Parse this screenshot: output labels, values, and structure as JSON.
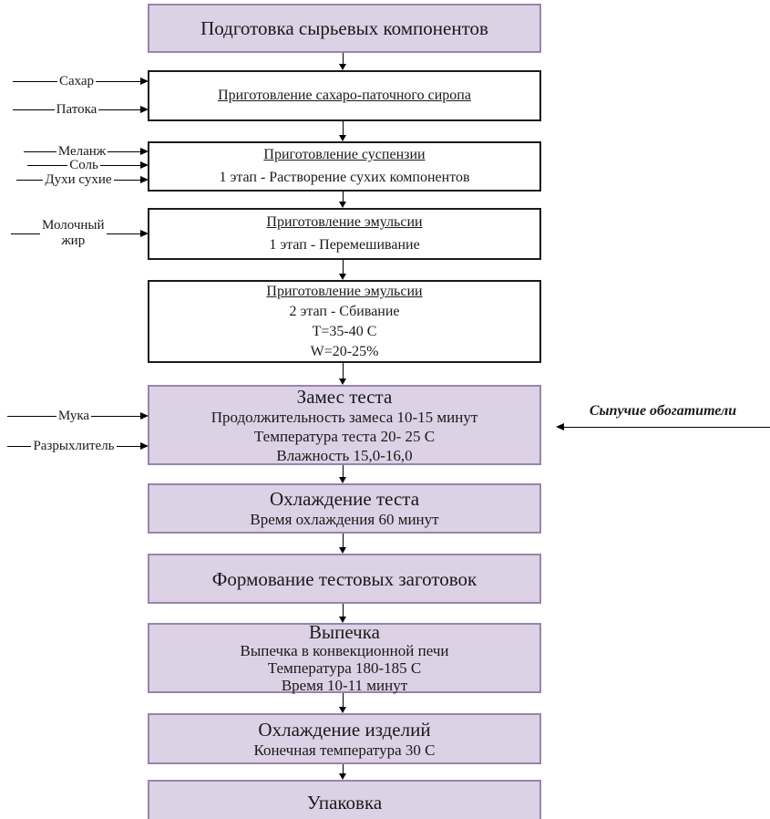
{
  "diagram": {
    "nodes": {
      "prep": {
        "title": "Подготовка сырьевых компонентов"
      },
      "syrup": {
        "title": "Приготовление сахаро-паточного сиропа"
      },
      "suspension": {
        "title": "Приготовление суспензии",
        "line1": "1 этап - Растворение сухих компонентов"
      },
      "emulsion1": {
        "title": "Приготовление эмульсии",
        "line1": "1 этап - Перемешивание"
      },
      "emulsion2": {
        "title": "Приготовление эмульсии",
        "line1": "2 этап - Сбивание",
        "line2": "Т=35-40 С",
        "line3": "W=20-25%"
      },
      "kneading": {
        "title": "Замес теста",
        "line1": "Продолжительность замеса 10-15 минут",
        "line2": "Температура теста 20- 25 С",
        "line3": "Влажность 15,0-16,0"
      },
      "cooling_dough": {
        "title": "Охлаждение теста",
        "line1": "Время охлаждения 60 минут"
      },
      "forming": {
        "title": "Формование тестовых заготовок"
      },
      "baking": {
        "title": "Выпечка",
        "line1": "Выпечка в конвекционной печи",
        "line2": "Температура 180-185 С",
        "line3": "Время 10-11 минут"
      },
      "cooling_products": {
        "title": "Охлаждение изделий",
        "line1": "Конечная температура 30 С"
      },
      "packaging": {
        "title": "Упаковка"
      }
    },
    "inputs": {
      "sugar": "Сахар",
      "molasses": "Патока",
      "melange": "Меланж",
      "salt": "Соль",
      "dry_perfumes": "Духи сухие",
      "milk_fat_line1": "Молочный",
      "milk_fat_line2": "жир",
      "flour": "Мука",
      "leavening": "Разрыхлитель",
      "bulk_enrichers": "Сыпучие обогатители"
    },
    "colors": {
      "node_fill": "#dcd1e5",
      "node_border": "#9a83ac",
      "white_fill": "#ffffff",
      "line_color": "#000000"
    }
  }
}
